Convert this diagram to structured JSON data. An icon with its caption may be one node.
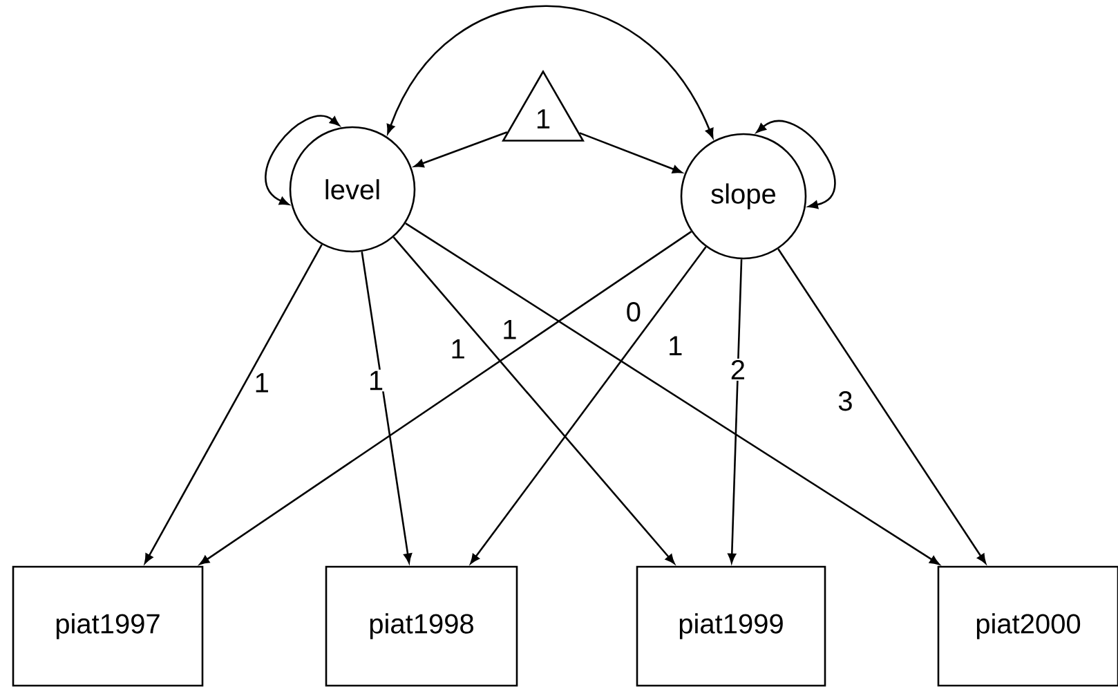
{
  "diagram": {
    "nodes": [
      {
        "text": [
          "1"
        ]
      },
      {
        "text": [
          "level"
        ]
      },
      {
        "text": [
          "slope"
        ]
      },
      {
        "text": [
          "piat1997"
        ]
      },
      {
        "text": [
          "piat1998"
        ]
      },
      {
        "text": [
          "piat1999"
        ]
      },
      {
        "text": [
          "piat2000"
        ]
      }
    ],
    "edges": [
      {
        "from": 0,
        "to": 1,
        "arrow": "to"
      },
      {
        "from": 0,
        "to": 2,
        "arrow": "to"
      },
      {
        "from": 1,
        "to": 2,
        "arrow": "both"
      },
      {
        "from": 1,
        "to": 1,
        "arrow": "both"
      },
      {
        "from": 2,
        "to": 2,
        "arrow": "both"
      },
      {
        "from": 1,
        "to": 3,
        "arrow": "to",
        "label": "1"
      },
      {
        "from": 1,
        "to": 4,
        "arrow": "to",
        "label": "1"
      },
      {
        "from": 1,
        "to": 5,
        "arrow": "to",
        "label": "1"
      },
      {
        "from": 1,
        "to": 6,
        "arrow": "to",
        "label": "1"
      },
      {
        "from": 2,
        "to": 3,
        "arrow": "to",
        "label": "0"
      },
      {
        "from": 2,
        "to": 4,
        "arrow": "to",
        "label": "1"
      },
      {
        "from": 2,
        "to": 5,
        "arrow": "to",
        "label": "2"
      },
      {
        "from": 2,
        "to": 6,
        "arrow": "to",
        "label": "3"
      }
    ]
  }
}
